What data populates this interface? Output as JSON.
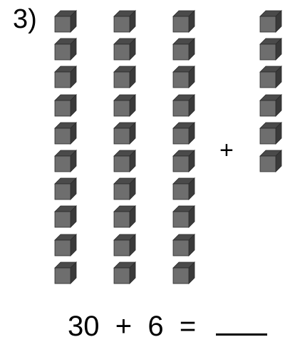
{
  "problem": {
    "number_label": "3)",
    "plus_sign": "+",
    "equation": {
      "a": "30",
      "op": "+",
      "b": "6",
      "eq": "="
    }
  },
  "blocks": {
    "tens_columns": 3,
    "cubes_per_ten": 10,
    "ones": 6
  },
  "colors": {
    "cube_front": "#6e6e6e",
    "cube_top": "#4a4a4a",
    "cube_side": "#3a3a3a",
    "cube_edge": "#2a2a2a"
  }
}
